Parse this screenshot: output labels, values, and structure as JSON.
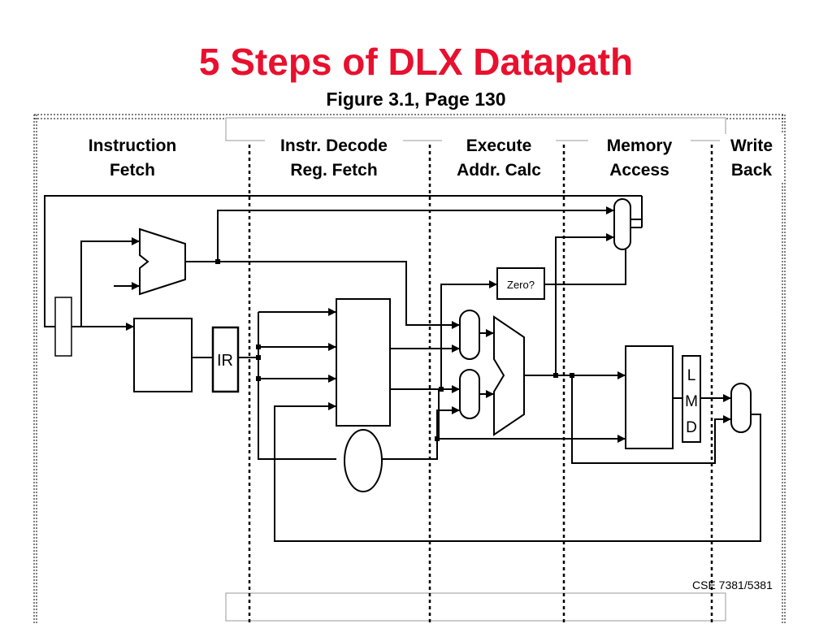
{
  "title": "5 Steps of DLX Datapath",
  "subtitle": "Figure 3.1, Page 130",
  "stages": [
    {
      "line1": "Instruction",
      "line2": "Fetch"
    },
    {
      "line1": "Instr. Decode",
      "line2": "Reg. Fetch"
    },
    {
      "line1": "Execute",
      "line2": "Addr. Calc"
    },
    {
      "line1": "Memory",
      "line2": "Access"
    },
    {
      "line1": "Write",
      "line2": "Back"
    }
  ],
  "blocks": {
    "ir": "IR",
    "lmd": [
      "L",
      "M",
      "D"
    ],
    "zero": "Zero?"
  },
  "footer": "CSE 7381/5381"
}
